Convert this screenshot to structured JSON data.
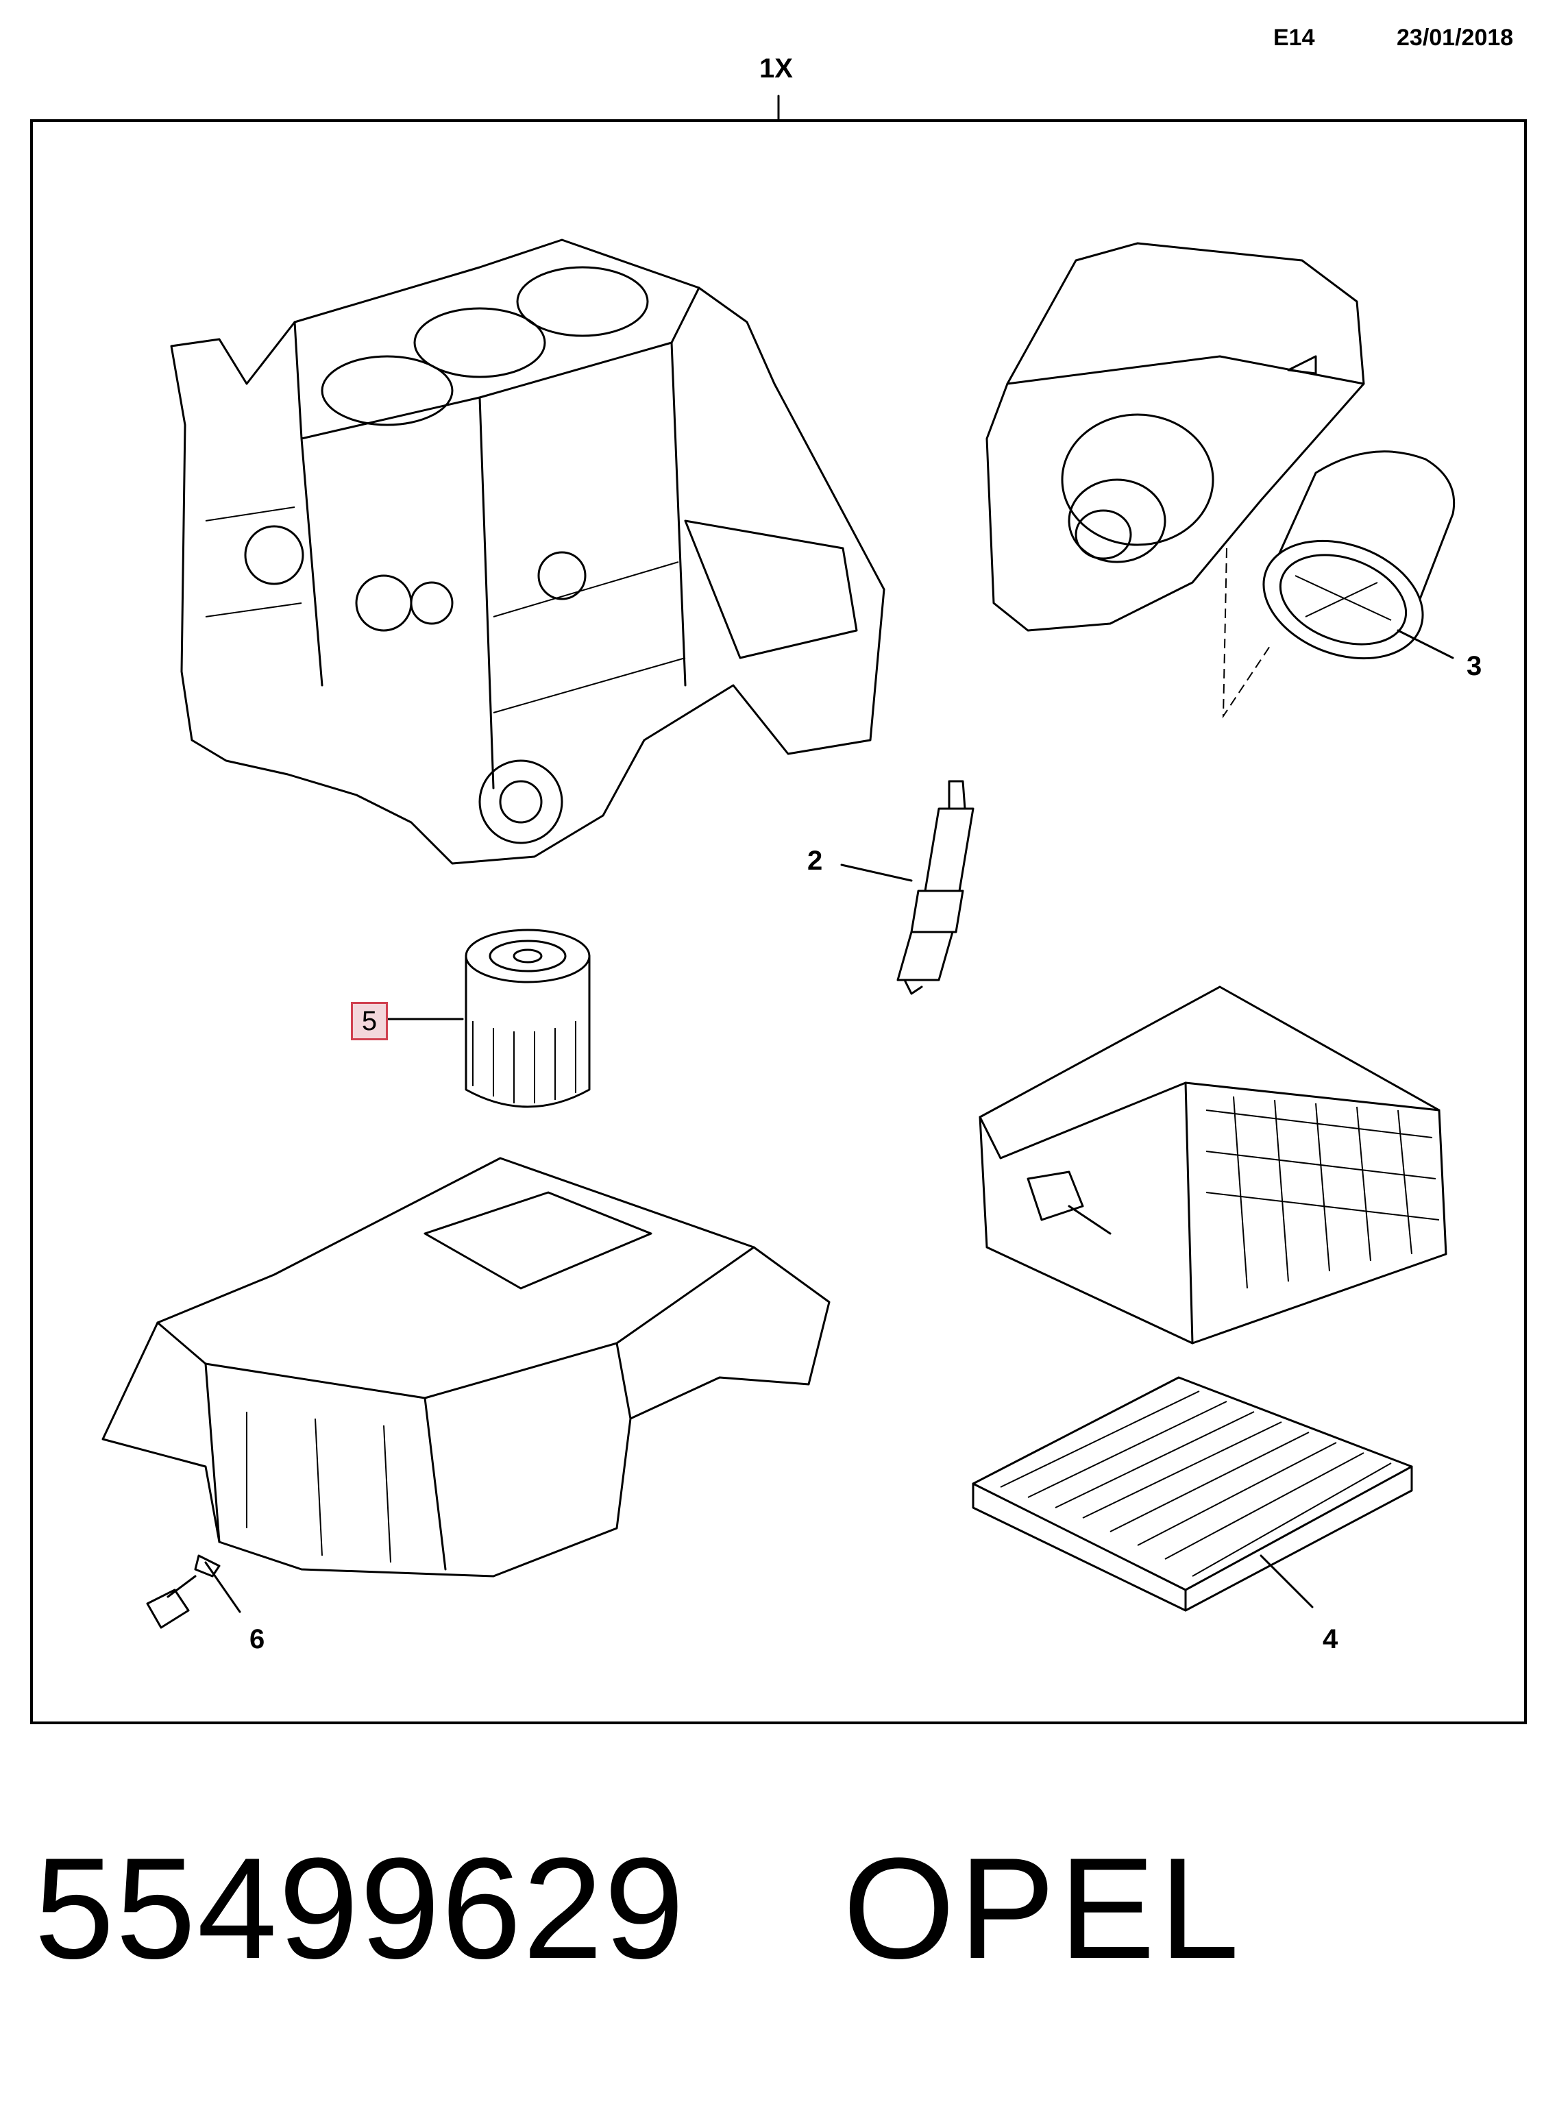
{
  "header": {
    "code": "E14",
    "date": "23/01/2018",
    "quantity": "1X"
  },
  "callouts": {
    "item2": "2",
    "item3": "3",
    "item4": "4",
    "item5": "5",
    "item6": "6"
  },
  "footer": {
    "part_number": "55499629",
    "brand": "OPEL"
  },
  "colors": {
    "line": "#000000",
    "highlight_border": "#d04050",
    "highlight_fill": "#f3d7dc"
  }
}
